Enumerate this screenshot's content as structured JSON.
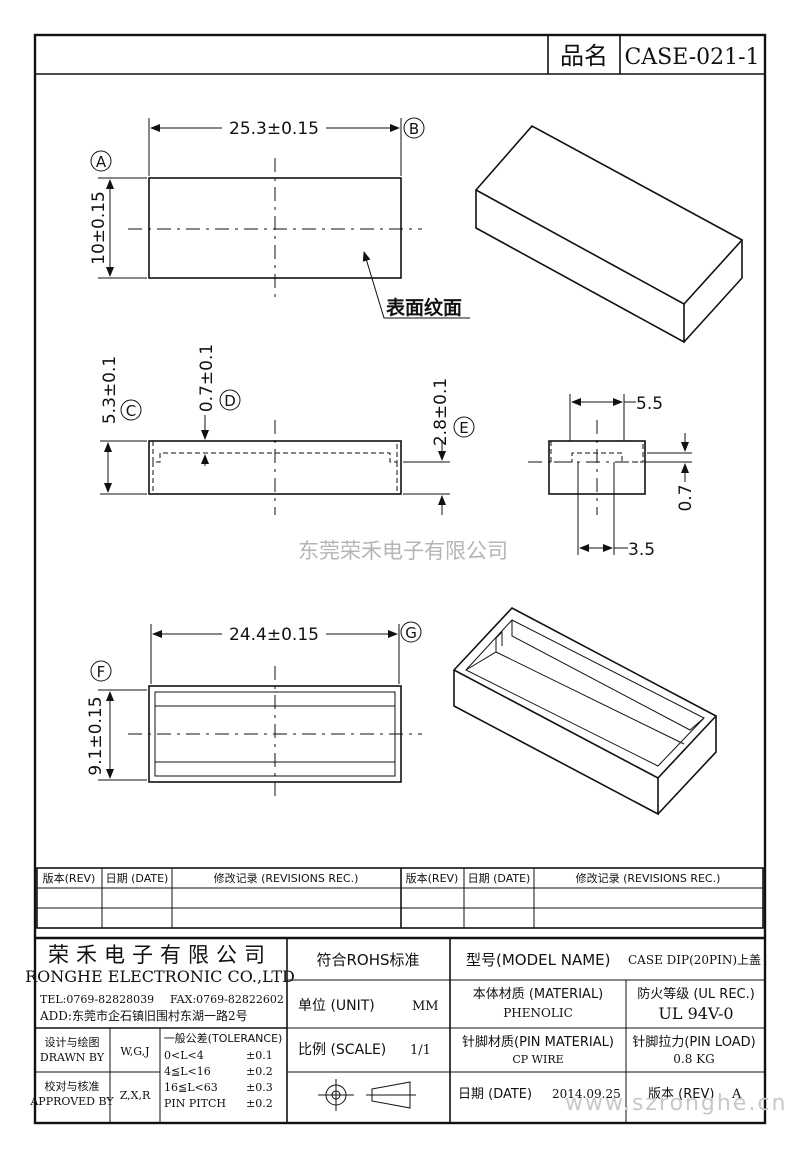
{
  "title_block": {
    "part_label": "品名",
    "part_value": "CASE-021-1"
  },
  "dimensions": {
    "A": "A",
    "B": "B",
    "C": "C",
    "D": "D",
    "E": "E",
    "F": "F",
    "G": "G",
    "top_width": "25.3±0.15",
    "top_height": "10±0.15",
    "surface_note": "表面纹面",
    "side_height": "5.3±0.1",
    "side_wall": "0.7±0.1",
    "side_step": "2.8±0.1",
    "end_width": "5.5",
    "end_wall": "0.7",
    "end_bottom": "3.5",
    "bottom_width": "24.4±0.15",
    "bottom_height": "9.1±0.15"
  },
  "watermark": "东莞荣禾电子有限公司",
  "watermark_url": "www.szronghe.cn",
  "revisions": {
    "col_rev": "版本(REV)",
    "col_date": "日期 (DATE)",
    "col_rec": "修改记录 (REVISIONS REC.)"
  },
  "company": {
    "name_cn": "荣禾电子有限公司",
    "name_en": "RONGHE ELECTRONIC CO.,LTD",
    "tel": "TEL:0769-82828039",
    "fax": "FAX:0769-82822602",
    "addr": "ADD:东莞市企石镇旧围村东湖一路2号"
  },
  "signoff": {
    "designed_cn": "设计与绘图",
    "designed_en": "DRAWN BY",
    "designed_by": "W,G,J",
    "approved_cn": "校对与核准",
    "approved_en": "APPROVED BY",
    "approved_by": "Z,X,R"
  },
  "tolerance": {
    "title": "一般公差(TOLERANCE)",
    "rows": [
      {
        "range": "0<L<4",
        "tol": "±0.1"
      },
      {
        "range": "4≦L<16",
        "tol": "±0.2"
      },
      {
        "range": "16≦L<63",
        "tol": "±0.3"
      },
      {
        "range": "PIN PITCH",
        "tol": "±0.2"
      }
    ]
  },
  "specs": {
    "rohs": "符合ROHS标准",
    "unit_label": "单位 (UNIT)",
    "unit_value": "MM",
    "scale_label": "比例 (SCALE)",
    "scale_value": "1/1",
    "model_label": "型号(MODEL NAME)",
    "model_value": "CASE DIP(20PIN)上盖",
    "material_label": "本体材质 (MATERIAL)",
    "material_value": "PHENOLIC",
    "fire_label": "防火等级 (UL REC.)",
    "fire_value": "UL 94V-0",
    "pin_material_label": "针脚材质(PIN MATERIAL)",
    "pin_material_value": "CP WIRE",
    "pin_load_label": "针脚拉力(PIN LOAD)",
    "pin_load_value": "0.8 KG",
    "date_label": "日期 (DATE)",
    "date_value": "2014.09.25",
    "rev_label": "版本 (REV)",
    "rev_value": "A"
  }
}
